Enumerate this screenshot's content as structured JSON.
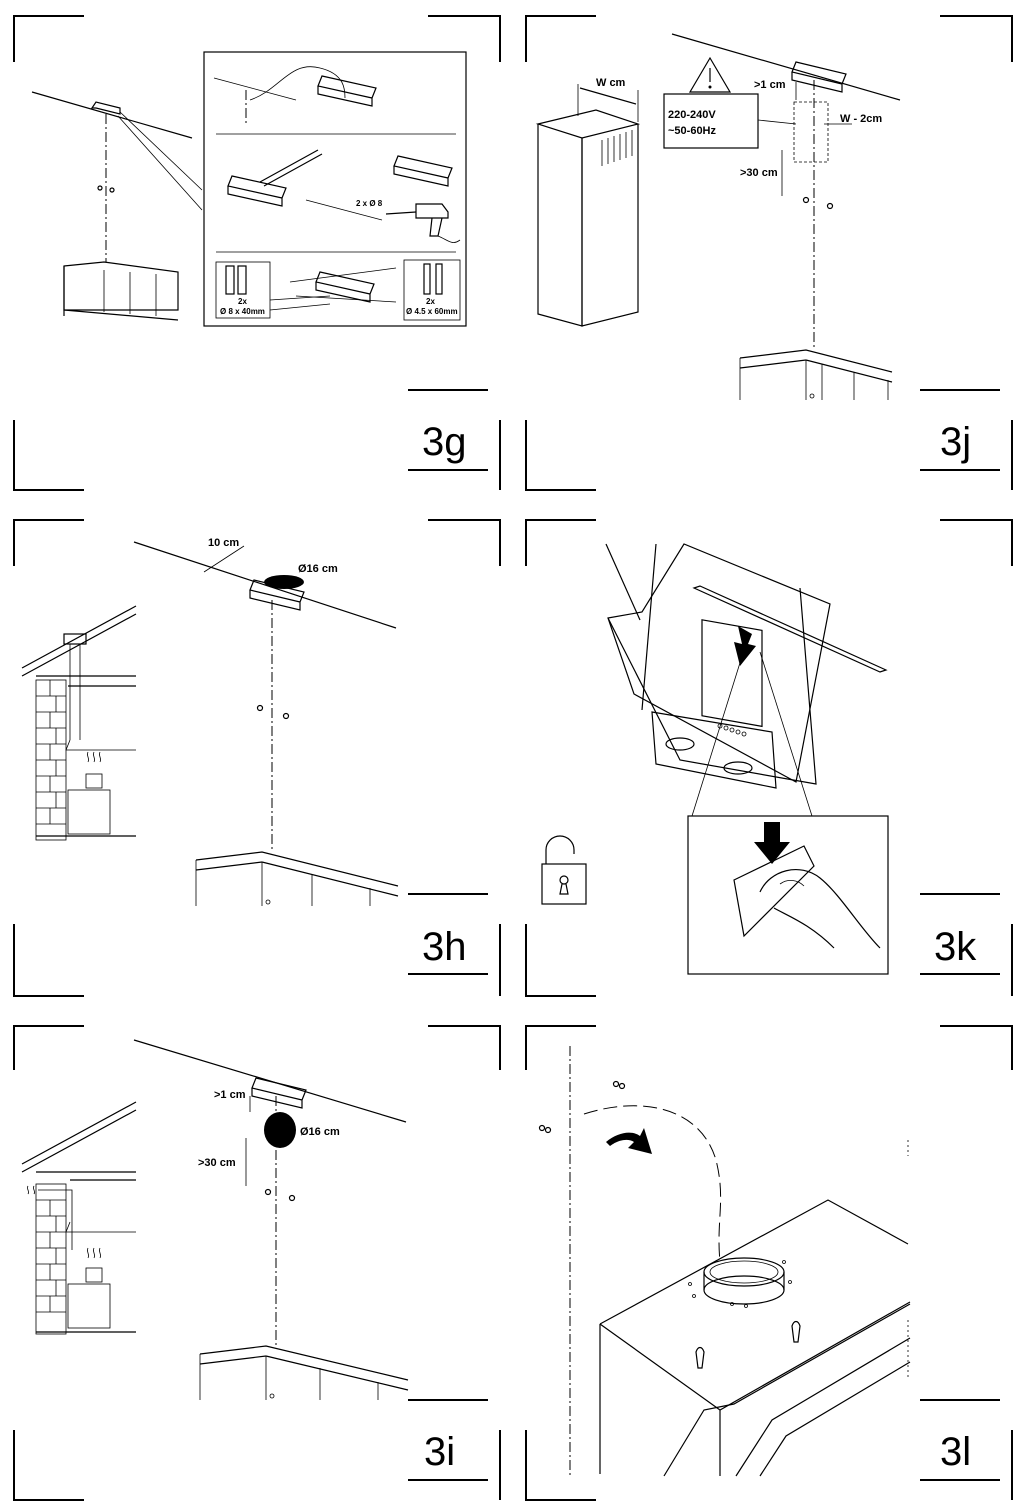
{
  "panels": {
    "p3g": {
      "label": "3g",
      "drill_text": "2 x Ø 8",
      "plug_qty": "2x",
      "plug_size": "Ø 8 x 40mm",
      "screw_qty": "2x",
      "screw_size": "Ø 4.5 x 60mm"
    },
    "p3j": {
      "label": "3j",
      "width_text": "W cm",
      "gap_top": ">1 cm",
      "width_reduced": "W - 2cm",
      "gap_bottom": ">30 cm",
      "voltage": "220-240V",
      "frequency": "~50-60Hz"
    },
    "p3h": {
      "label": "3h",
      "offset": "10 cm",
      "diameter": "Ø16 cm"
    },
    "p3k": {
      "label": "3k"
    },
    "p3i": {
      "label": "3i",
      "gap_top": ">1 cm",
      "diameter": "Ø16 cm",
      "gap_bottom": ">30 cm"
    },
    "p3l": {
      "label": "3l"
    }
  },
  "icons": [
    "warning-triangle-icon",
    "padlock-open-icon",
    "drill-icon",
    "wall-plug-icon",
    "screw-icon",
    "hand-icon",
    "rotate-arrow-icon"
  ]
}
